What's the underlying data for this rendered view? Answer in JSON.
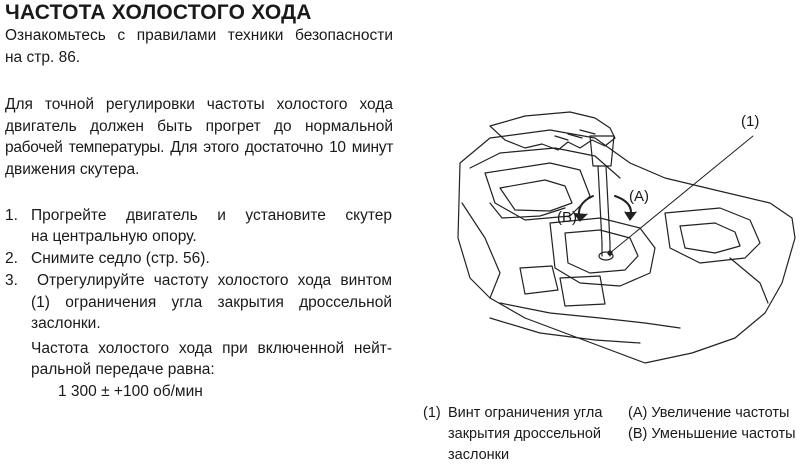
{
  "title": "ЧАСТОТА ХОЛОСТОГО ХОДА",
  "safety_note": {
    "line1": "Ознакомьтесь с правилами техники безопасности",
    "line2": "на стр. 86."
  },
  "intro": {
    "line1": "Для точной регулировки частоты холостого хода",
    "line2": "двигатель должен быть прогрет до нормальной",
    "line3": "рабочей температуры. Для этого достаточно 10 минут",
    "line4": "движения скутера."
  },
  "steps": [
    {
      "num": "1.",
      "line1": "Прогрейте двигатель и установите скутер",
      "line2": "на центральную опору."
    },
    {
      "num": "2.",
      "line1": "Снимите седло (стр. 56)."
    },
    {
      "num": "3.",
      "line1": "Отрегулируйте частоту холостого хода винтом",
      "line2": "(1) ограничения угла закрытия дроссельной",
      "line3": "заслонки."
    }
  ],
  "idle_speed": {
    "line1": "Частота холостого хода при включенной нейт-",
    "line2": "ральной передаче равна:",
    "value": "1 300 ± +100 об/мин"
  },
  "callouts": {
    "one": "(1)",
    "a": "(A)",
    "b": "(B)"
  },
  "legend": {
    "item1_num": "(1)",
    "item1_line1": "Винт ограничения угла",
    "item1_line2": "закрытия дроссельной",
    "item1_line3": "заслонки",
    "itemA": "(A) Увеличение частоты",
    "itemB": "(B) Уменьшение частоты"
  }
}
